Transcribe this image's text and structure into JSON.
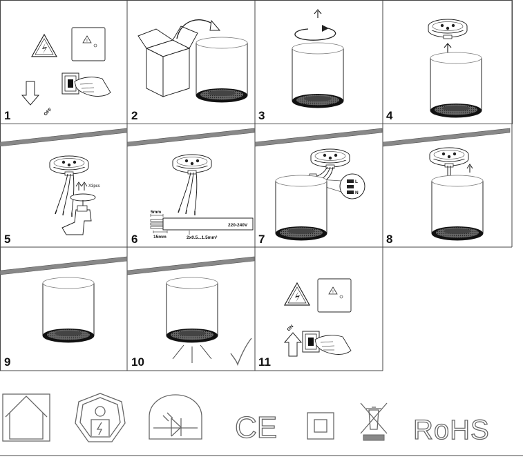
{
  "steps": [
    {
      "number": "1",
      "off_label": "OFF"
    },
    {
      "number": "2"
    },
    {
      "number": "3"
    },
    {
      "number": "4"
    },
    {
      "number": "5",
      "screw_label": "X3pcs"
    },
    {
      "number": "6",
      "strip_a": "5mm",
      "strip_b": "15mm",
      "voltage": "220-240V",
      "cable": "2x0.5...1.5mm²"
    },
    {
      "number": "7",
      "terminal_l": "L",
      "terminal_n": "N"
    },
    {
      "number": "8"
    },
    {
      "number": "9"
    },
    {
      "number": "10"
    },
    {
      "number": "11",
      "on_label": "ON"
    }
  ],
  "certifications": {
    "ce": "CE",
    "rohs": "RoHS"
  },
  "icons": [
    "indoor-use-icon",
    "qualified-electrician-icon",
    "led-driver-icon",
    "ce-mark-icon",
    "class-ii-icon",
    "weee-bin-icon",
    "rohs-icon"
  ]
}
